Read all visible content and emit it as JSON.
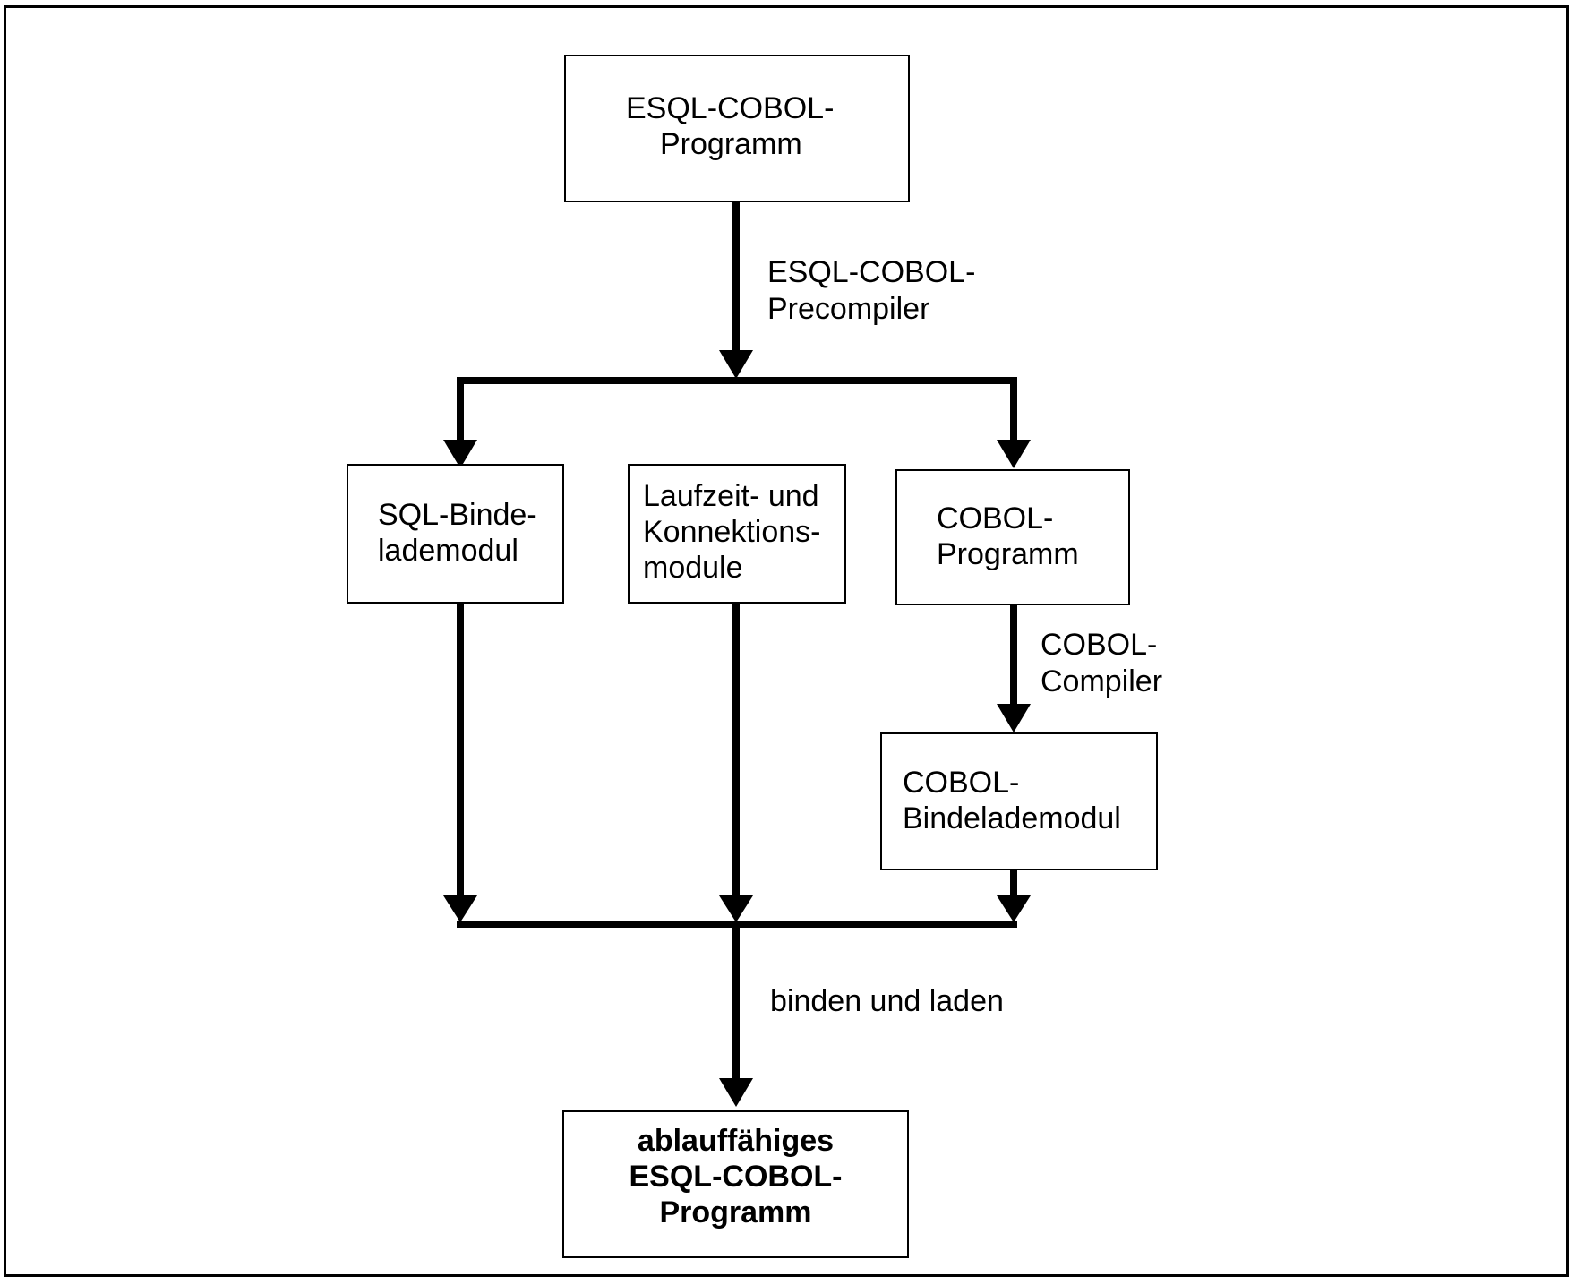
{
  "nodes": {
    "esql_program": [
      "ESQL-COBOL-",
      "Programm"
    ],
    "sql_binde": [
      "SQL-Binde-",
      "lademodul"
    ],
    "laufzeit": [
      "Laufzeit- und",
      "Konnektions-",
      "module"
    ],
    "cobol_program": [
      "COBOL-",
      "Programm"
    ],
    "cobol_binde": [
      "COBOL-",
      "Bindelademodul"
    ],
    "executable": [
      "ablauffähiges",
      "ESQL-COBOL-",
      "Programm"
    ]
  },
  "edge_labels": {
    "precompiler": [
      "ESQL-COBOL-",
      "Precompiler"
    ],
    "compiler": [
      "COBOL-",
      "Compiler"
    ],
    "link": [
      "binden und laden"
    ]
  }
}
